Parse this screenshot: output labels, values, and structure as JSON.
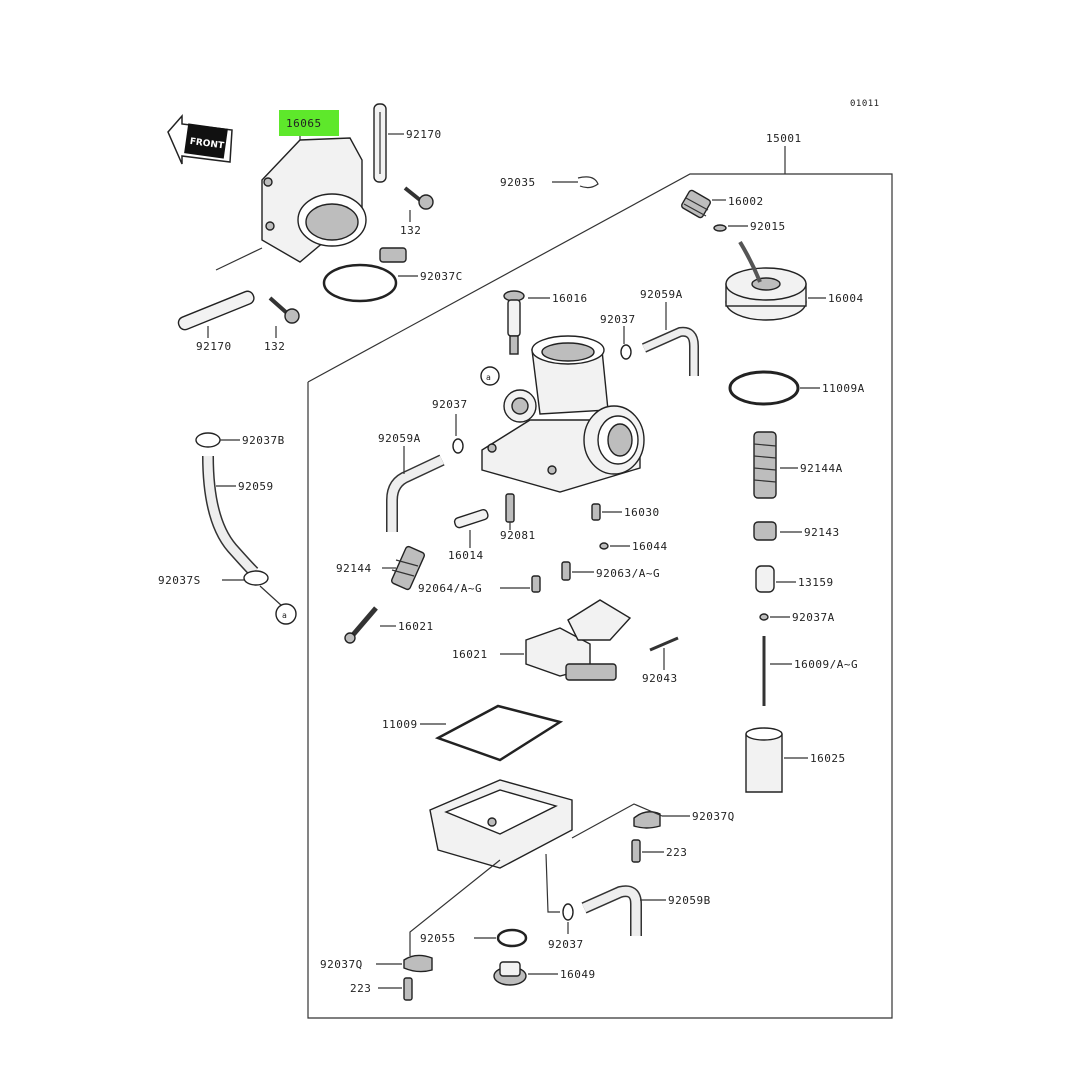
{
  "diagram_id": "01011",
  "front_marker": "FRONT",
  "highlight_color": "#5ee82b",
  "labels": {
    "p16065": "16065",
    "p92170_top": "92170",
    "p132_top": "132",
    "p92170_bottom": "92170",
    "p132_bottom": "132",
    "p92037c": "92037C",
    "p92035": "92035",
    "p15001": "15001",
    "p16002": "16002",
    "p92015": "92015",
    "p16004": "16004",
    "p16016": "16016",
    "p92059a_top": "92059A",
    "p92037_a": "92037",
    "p11009a": "11009A",
    "p92037b": "92037B",
    "p92059": "92059",
    "p92037_b": "92037",
    "p92059a_left": "92059A",
    "p92144a": "92144A",
    "p92143": "92143",
    "p16030": "16030",
    "p92081": "92081",
    "p16014": "16014",
    "p16044": "16044",
    "p92144": "92144",
    "p92064": "92064/A~G",
    "p92063": "92063/A~G",
    "p13159": "13159",
    "p92037s": "92037S",
    "p92037a": "92037A",
    "p16021_pin": "16021",
    "p16021_float": "16021",
    "p92043": "92043",
    "p16009": "16009/A~G",
    "p11009": "11009",
    "p16025": "16025",
    "p92037q_right": "92037Q",
    "p223_right": "223",
    "p92059b": "92059B",
    "p92055": "92055",
    "p92037_c": "92037",
    "p92037q_left": "92037Q",
    "p16049": "16049",
    "p223_left": "223"
  }
}
